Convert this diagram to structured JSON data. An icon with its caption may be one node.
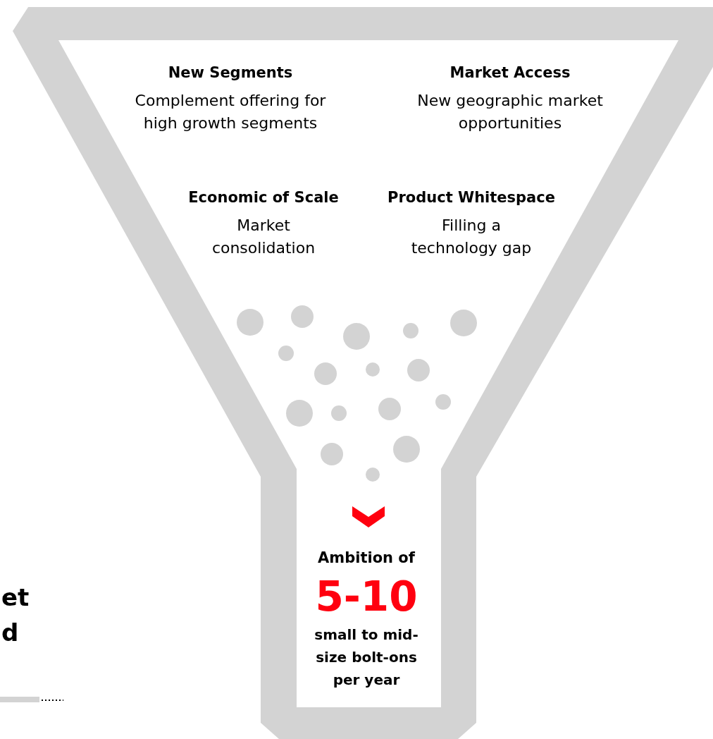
{
  "diagram": {
    "labels": [
      "New Segments",
      "Complement offering for high growth segments",
      "Market Access",
      "New geographic market opportunities",
      "Economic of Scale",
      "Market consolidation",
      "Product Whitespace",
      "Filling a technology gap",
      "Ambition of",
      "5-10",
      "small to mid-size bolt-ons per year",
      "et",
      "d"
    ]
  }
}
